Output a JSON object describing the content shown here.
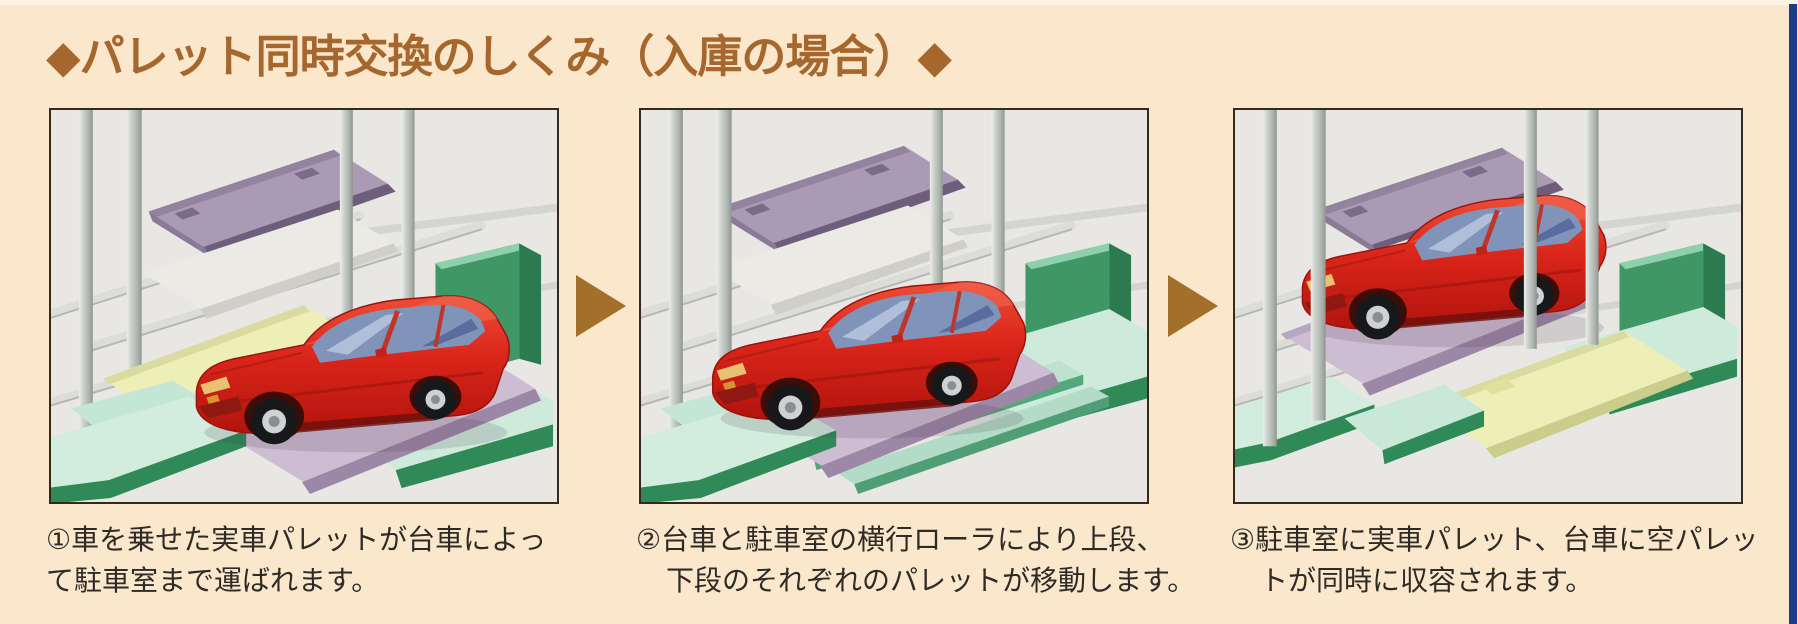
{
  "page": {
    "title": "◆パレット同時交換のしくみ（入庫の場合）◆",
    "background_color": "#fbe7cb",
    "title_color": "#a5672d",
    "edge_stripe_color": "#1d3d8a"
  },
  "arrows": {
    "count": 2,
    "direction": "right",
    "color": "#a2702a"
  },
  "panels": [
    {
      "step": "1",
      "caption_lines": [
        "①車を乗せた実車パレットが台車によっ",
        "て駐車室まで運ばれます。"
      ],
      "illustration": "car on occupied pallet carried by carriage in front of parking rack; empty yellow pallet inside parking room"
    },
    {
      "step": "2",
      "caption_lines": [
        "②台車と駐車室の横行ローラにより上段、",
        "下段のそれぞれのパレットが移動します。"
      ],
      "illustration": "pallets shifting sideways on traverse rollers between carriage and parking room"
    },
    {
      "step": "3",
      "caption_lines": [
        "③駐車室に実車パレット、台車に空パレッ",
        "トが同時に収容されます。"
      ],
      "illustration": "occupied pallet stored in parking room while empty yellow pallet sits on carriage"
    }
  ],
  "illustration_palette": {
    "panel_background": "#e9e7e4",
    "panel_border": "#33291f",
    "car_red": "#da251a",
    "upper_pallet_purple": "#ab9ab4",
    "empty_pallet_yellow": "#edefb6",
    "car_pallet_lavender": "#cdbdd2",
    "carriage_green_top": "#d2ecdd",
    "carriage_green_edge": "#2f8a58",
    "steel_gray": "#c9cec9"
  }
}
